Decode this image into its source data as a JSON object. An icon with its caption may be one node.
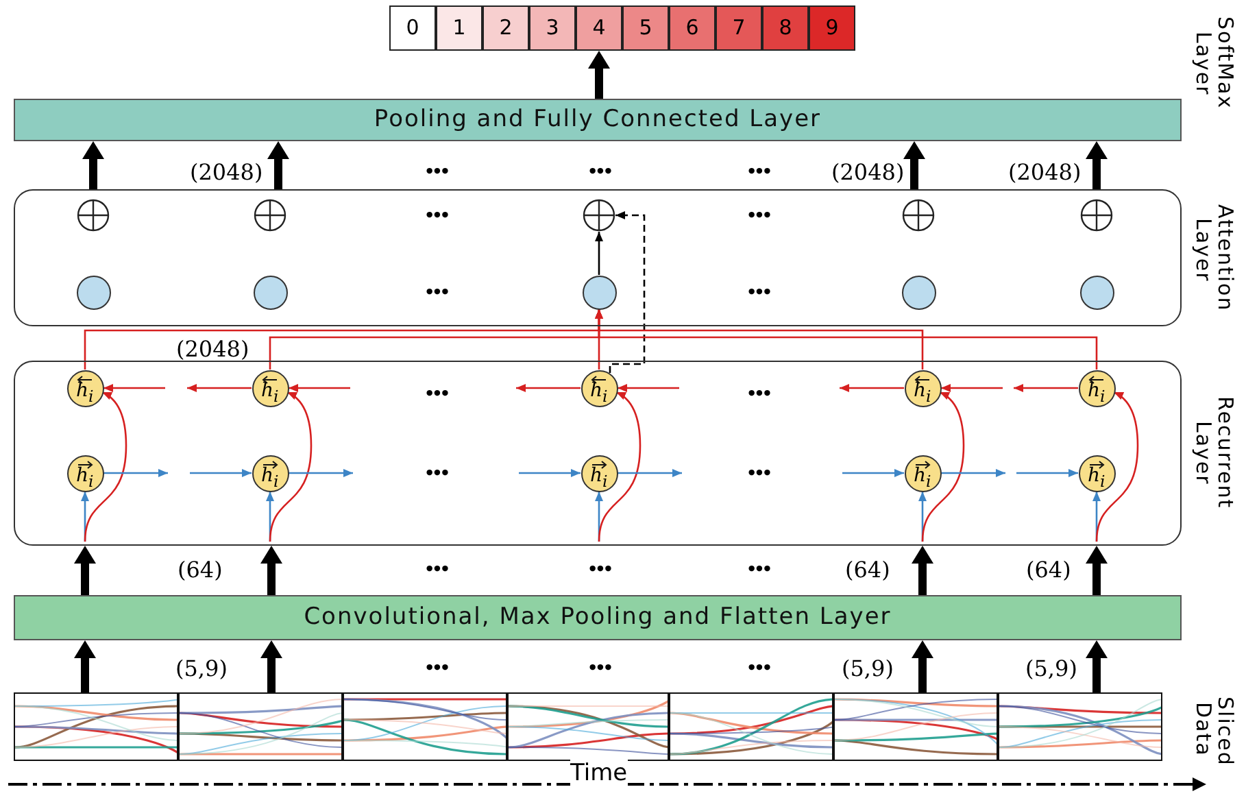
{
  "diagram": {
    "nodes": [
      {
        "text": [
          "0"
        ]
      },
      {
        "text": [
          "1"
        ]
      },
      {
        "text": [
          "2"
        ]
      },
      {
        "text": [
          "3"
        ]
      },
      {
        "text": [
          "4"
        ]
      },
      {
        "text": [
          "5"
        ]
      },
      {
        "text": [
          "6"
        ]
      },
      {
        "text": [
          "7"
        ]
      },
      {
        "text": [
          "8"
        ]
      },
      {
        "text": [
          "9"
        ]
      },
      {
        "text": [
          "Pooling and Fully Connected Layer"
        ]
      },
      {
        "text": [],
        "shape": "box"
      },
      {
        "text": [],
        "shape": "circle",
        "in": 11
      },
      {
        "text": [],
        "shape": "circle",
        "in": 11
      },
      {
        "text": [],
        "shape": "circle",
        "in": 11
      },
      {
        "text": [],
        "shape": "circle",
        "in": 11
      },
      {
        "text": [],
        "shape": "circle",
        "in": 11
      },
      {
        "text": [],
        "shape": "circle",
        "in": 11
      },
      {
        "text": [],
        "shape": "circle",
        "in": 11
      },
      {
        "text": [],
        "shape": "circle",
        "in": 11
      },
      {
        "text": [],
        "shape": "circle",
        "in": 11
      },
      {
        "text": [],
        "shape": "circle",
        "in": 11
      },
      {
        "text": [],
        "shape": "box"
      },
      {
        "text": [
          "h$_{i}$"
        ],
        "in": 22
      },
      {
        "text": [
          "h$_{i}$"
        ],
        "in": 22
      },
      {
        "text": [
          "h$_{i}$"
        ],
        "in": 22
      },
      {
        "text": [
          "h$_{i}$"
        ],
        "in": 22
      },
      {
        "text": [
          "h$_{i}$"
        ],
        "in": 22
      },
      {
        "text": [
          "h$_{i}$"
        ],
        "in": 22
      },
      {
        "text": [
          "h$_{i}$"
        ],
        "in": 22
      },
      {
        "text": [
          "h$_{i}$"
        ],
        "in": 22
      },
      {
        "text": [
          "h$_{i}$"
        ],
        "in": 22
      },
      {
        "text": [
          "h$_{i}$"
        ],
        "in": 22
      },
      {
        "text": [
          "Convolutional, Max Pooling and Flatten Layer"
        ]
      },
      {
        "text": [],
        "shape": "picture"
      },
      {
        "text": [],
        "shape": "picture"
      },
      {
        "text": [],
        "shape": "picture"
      },
      {
        "text": [],
        "shape": "picture"
      },
      {
        "text": [],
        "shape": "picture"
      },
      {
        "text": [],
        "shape": "picture"
      },
      {
        "text": [],
        "shape": "picture"
      }
    ],
    "edges": [
      {
        "from": 10,
        "to": 4,
        "arrow": "to",
        "style": "thick",
        "color": "#000000"
      },
      {
        "from": 11,
        "to": 10,
        "arrow": "to",
        "style": "thick",
        "color": "#000000"
      },
      {
        "from": 11,
        "to": 10,
        "arrow": "to",
        "style": "thick",
        "color": "#000000"
      },
      {
        "from": 11,
        "to": 10,
        "arrow": "to",
        "style": "thick",
        "color": "#000000"
      },
      {
        "from": 11,
        "to": 10,
        "arrow": "to",
        "style": "thick",
        "color": "#000000"
      },
      {
        "from": 19,
        "to": 14,
        "arrow": "to",
        "color": "#000000"
      },
      {
        "from": 25,
        "to": 14,
        "arrow": "to",
        "style": "dashed",
        "color": "#000000"
      },
      {
        "from": 23,
        "to": 19,
        "arrow": "to"
      },
      {
        "from": 24,
        "to": 19,
        "arrow": "to"
      },
      {
        "from": 25,
        "to": 19,
        "arrow": "to"
      },
      {
        "from": 26,
        "to": 19,
        "arrow": "to"
      },
      {
        "from": 27,
        "to": 19,
        "arrow": "to"
      },
      {
        "from": null,
        "to": 28,
        "arrow": "to",
        "color": "#3d85c6"
      },
      {
        "from": null,
        "to": 29,
        "arrow": "to",
        "color": "#3d85c6"
      },
      {
        "from": null,
        "to": 30,
        "arrow": "to",
        "color": "#3d85c6"
      },
      {
        "from": null,
        "to": 31,
        "arrow": "to",
        "color": "#3d85c6"
      },
      {
        "from": null,
        "to": 32,
        "arrow": "to",
        "color": "#3d85c6"
      },
      {
        "from": null,
        "to": 23,
        "arrow": "to"
      },
      {
        "from": null,
        "to": 24,
        "arrow": "to"
      },
      {
        "from": null,
        "to": 25,
        "arrow": "to"
      },
      {
        "from": null,
        "to": 26,
        "arrow": "to"
      },
      {
        "from": null,
        "to": 27,
        "arrow": "to"
      },
      {
        "from": 28,
        "to": null,
        "arrow": "to",
        "color": "#3d85c6"
      },
      {
        "from": 29,
        "to": null,
        "arrow": "to",
        "color": "#3d85c6"
      },
      {
        "from": 30,
        "to": null,
        "arrow": "to",
        "color": "#3d85c6"
      },
      {
        "from": 31,
        "to": null,
        "arrow": "to",
        "color": "#3d85c6"
      },
      {
        "from": null,
        "to": 29,
        "arrow": "to",
        "color": "#3d85c6"
      },
      {
        "from": null,
        "to": 30,
        "arrow": "to",
        "color": "#3d85c6"
      },
      {
        "from": null,
        "to": 31,
        "arrow": "to",
        "color": "#3d85c6"
      },
      {
        "from": null,
        "to": 32,
        "arrow": "to",
        "color": "#3d85c6"
      },
      {
        "from": 24,
        "to": null,
        "arrow": "to"
      },
      {
        "from": 25,
        "to": null,
        "arrow": "to"
      },
      {
        "from": 26,
        "to": null,
        "arrow": "to"
      },
      {
        "from": 27,
        "to": null,
        "arrow": "to"
      },
      {
        "from": null,
        "to": 23,
        "arrow": "to"
      },
      {
        "from": null,
        "to": 24,
        "arrow": "to"
      },
      {
        "from": null,
        "to": 25,
        "arrow": "to"
      },
      {
        "from": null,
        "to": 26,
        "arrow": "to"
      },
      {
        "from": 33,
        "to": 22,
        "arrow": "to",
        "style": "thick",
        "color": "#000000"
      },
      {
        "from": 33,
        "to": 22,
        "arrow": "to",
        "style": "thick",
        "color": "#000000"
      },
      {
        "from": 33,
        "to": 22,
        "arrow": "to",
        "style": "thick",
        "color": "#000000"
      },
      {
        "from": 33,
        "to": 22,
        "arrow": "to",
        "style": "thick",
        "color": "#000000"
      },
      {
        "from": 34,
        "to": 33,
        "arrow": "to",
        "style": "thick",
        "color": "#000000"
      },
      {
        "from": 35,
        "to": 33,
        "arrow": "to",
        "style": "thick",
        "color": "#000000"
      },
      {
        "from": 39,
        "to": 33,
        "arrow": "to",
        "style": "thick",
        "color": "#000000"
      },
      {
        "from": 40,
        "to": 33,
        "arrow": "to",
        "style": "thick",
        "color": "#000000"
      }
    ],
    "labels": [
      "SoftMax Layer",
      "(2048)",
      "•••",
      "•••",
      "•••",
      "(2048)",
      "(2048)",
      "Attention Layer",
      "•••",
      "•••",
      "•••",
      "•••",
      "(2048)",
      "Recurrent Layer",
      "•••",
      "•••",
      "•••",
      "•••",
      "(64)",
      "•••",
      "•••",
      "•••",
      "(64)",
      "(64)",
      "(5,9)",
      "•••",
      "•••",
      "•••",
      "(5,9)",
      "(5,9)",
      "Sliced Data",
      "Time"
    ]
  }
}
